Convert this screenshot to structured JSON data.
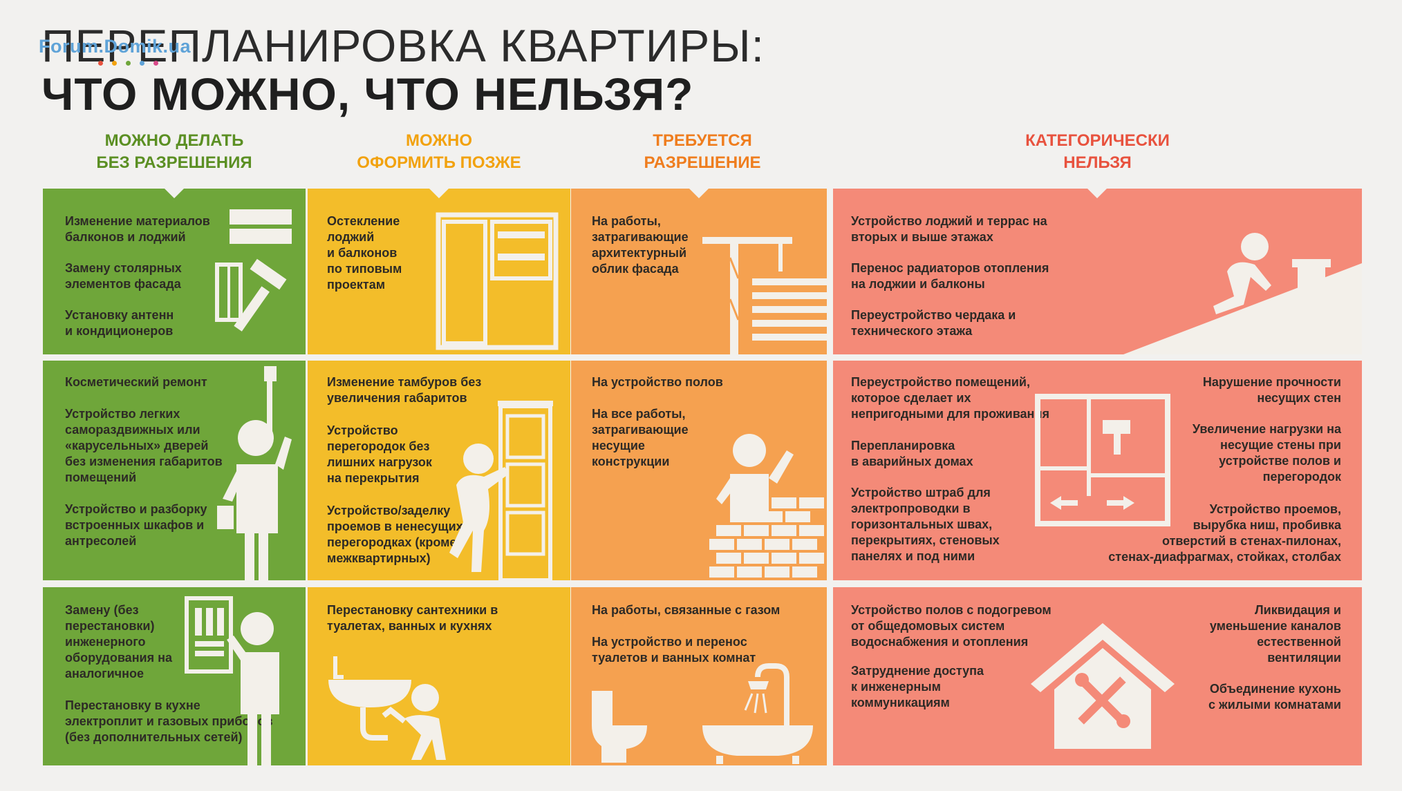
{
  "title": {
    "line1": "ПЕРЕПЛАНИРОВКА КВАРТИРЫ:",
    "line2": "ЧТО МОЖНО, ЧТО НЕЛЬЗЯ?"
  },
  "watermark": "Forum.Domik.ua",
  "colors": {
    "green": "#6fa63a",
    "yellow": "#f3bd2a",
    "orange": "#f5a150",
    "pink": "#f48a78",
    "head_green": "#5b8f23",
    "head_yellow": "#f2a20f",
    "head_orange": "#ef7d1e",
    "head_pink": "#e8523e"
  },
  "columns": [
    {
      "line1": "МОЖНО ДЕЛАТЬ",
      "line2": "БЕЗ РАЗРЕШЕНИЯ"
    },
    {
      "line1": "МОЖНО",
      "line2": "ОФОРМИТЬ ПОЗЖЕ"
    },
    {
      "line1": "ТРЕБУЕТСЯ",
      "line2": "РАЗРЕШЕНИЕ"
    },
    {
      "line1": "КАТЕГОРИЧЕСКИ",
      "line2": "НЕЛЬЗЯ"
    }
  ],
  "cells": {
    "g1": [
      "Изменение материалов\nбалконов и лоджий",
      "Замену столярных\nэлементов фасада",
      "Установку антенн\nи кондиционеров"
    ],
    "g2": [
      "Косметический ремонт",
      "Устройство легких\nсамораздвижных или\n«карусельных» дверей\nбез изменения габаритов\nпомещений",
      "Устройство и разборку\nвстроенных шкафов и\nантресолей"
    ],
    "g3": [
      "Замену (без\nперестановки)\nинженерного\nоборудования на\nаналогичное",
      "Перестановку в кухне\nэлектроплит и газовых приборов\n(без дополнительных сетей)"
    ],
    "y1": [
      "Остекление\nлоджий\nи балконов\nпо типовым\nпроектам"
    ],
    "y2": [
      "Изменение тамбуров без\nувеличения габаритов",
      "Устройство\nперегородок без\nлишних нагрузок\nна перекрытия",
      "Устройство/заделку\nпроемов в ненесущих\nперегородках (кроме\nмежквартирных)"
    ],
    "y3": [
      "Перестановку сантехники в\nтуалетах, ванных и кухнях"
    ],
    "o1": [
      "На работы,\nзатрагивающие\nархитектурный\nоблик фасада"
    ],
    "o2": [
      "На устройство полов",
      "На все работы,\nзатрагивающие\nнесущие\nконструкции"
    ],
    "o3": [
      "На работы, связанные с газом",
      "На устройство и перенос\nтуалетов и ванных комнат"
    ],
    "p1": [
      "Устройство лоджий и террас на\nвторых и выше этажах",
      "Перенос радиаторов отопления\nна лоджии и балконы",
      "Переустройство чердака и\nтехнического этажа"
    ],
    "p2_left": [
      "Переустройство помещений,\nкоторое сделает их\nнепригодными для проживания",
      "Перепланировка\nв аварийных домах",
      "Устройство штраб для\nэлектропроводки в\nгоризонтальных швах,\nперекрытиях, стеновых\nпанелях и под ними"
    ],
    "p2_right": [
      "Нарушение прочности\nнесущих стен",
      "Увеличение нагрузки на\nнесущие стены при\nустройстве полов и\nперегородок",
      "Устройство проемов,\nвырубка ниш, пробивка\nотверстий в стенах-пилонах,\nстенах-диафрагмах, стойках, столбах"
    ],
    "p3_left": [
      "Устройство полов с подогревом\nот общедомовых систем\nводоснабжения и отопления",
      "Затруднение доступа\nк инженерным\nкоммуникациям"
    ],
    "p3_right": [
      "Ликвидация и\nуменьшение каналов\nестественной\nвентиляции",
      "Объединение кухонь\nс жилыми комнатами"
    ]
  }
}
